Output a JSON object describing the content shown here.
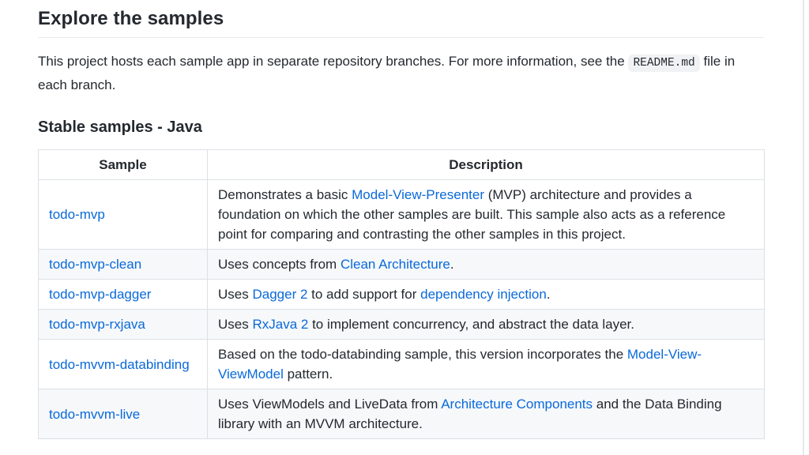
{
  "colors": {
    "text": "#24292f",
    "link": "#0969da",
    "stripe": "#f6f8fa",
    "border": "#dce1e6",
    "rule": "#e6e9ec",
    "codebg": "#f0f2f4"
  },
  "page": {
    "heading": "Explore the samples",
    "intro": {
      "before_code": "This project hosts each sample app in separate repository branches. For more information, see the ",
      "code": "README.md",
      "after_code": " file in each branch."
    },
    "subheading": "Stable samples - Java",
    "table": {
      "headers": [
        "Sample",
        "Description"
      ],
      "rows": [
        {
          "sample": "todo-mvp",
          "description": [
            {
              "t": "Demonstrates a basic "
            },
            {
              "t": "Model-View-Presenter",
              "link": true
            },
            {
              "t": " (MVP) architecture and provides a foundation on which the other samples are built. This sample also acts as a reference point for comparing and contrasting the other samples in this project."
            }
          ]
        },
        {
          "sample": "todo-mvp-clean",
          "description": [
            {
              "t": "Uses concepts from "
            },
            {
              "t": "Clean Architecture",
              "link": true
            },
            {
              "t": "."
            }
          ]
        },
        {
          "sample": "todo-mvp-dagger",
          "description": [
            {
              "t": "Uses "
            },
            {
              "t": "Dagger 2",
              "link": true
            },
            {
              "t": " to add support for "
            },
            {
              "t": "dependency injection",
              "link": true
            },
            {
              "t": "."
            }
          ]
        },
        {
          "sample": "todo-mvp-rxjava",
          "description": [
            {
              "t": "Uses "
            },
            {
              "t": "RxJava 2",
              "link": true
            },
            {
              "t": " to implement concurrency, and abstract the data layer."
            }
          ]
        },
        {
          "sample": "todo-mvvm-databinding",
          "description": [
            {
              "t": "Based on the todo-databinding sample, this version incorporates the "
            },
            {
              "t": "Model-View-ViewModel",
              "link": true
            },
            {
              "t": " pattern."
            }
          ]
        },
        {
          "sample": "todo-mvvm-live",
          "description": [
            {
              "t": "Uses ViewModels and LiveData from "
            },
            {
              "t": "Architecture Components",
              "link": true
            },
            {
              "t": " and the Data Binding library with an MVVM architecture."
            }
          ]
        }
      ]
    }
  }
}
